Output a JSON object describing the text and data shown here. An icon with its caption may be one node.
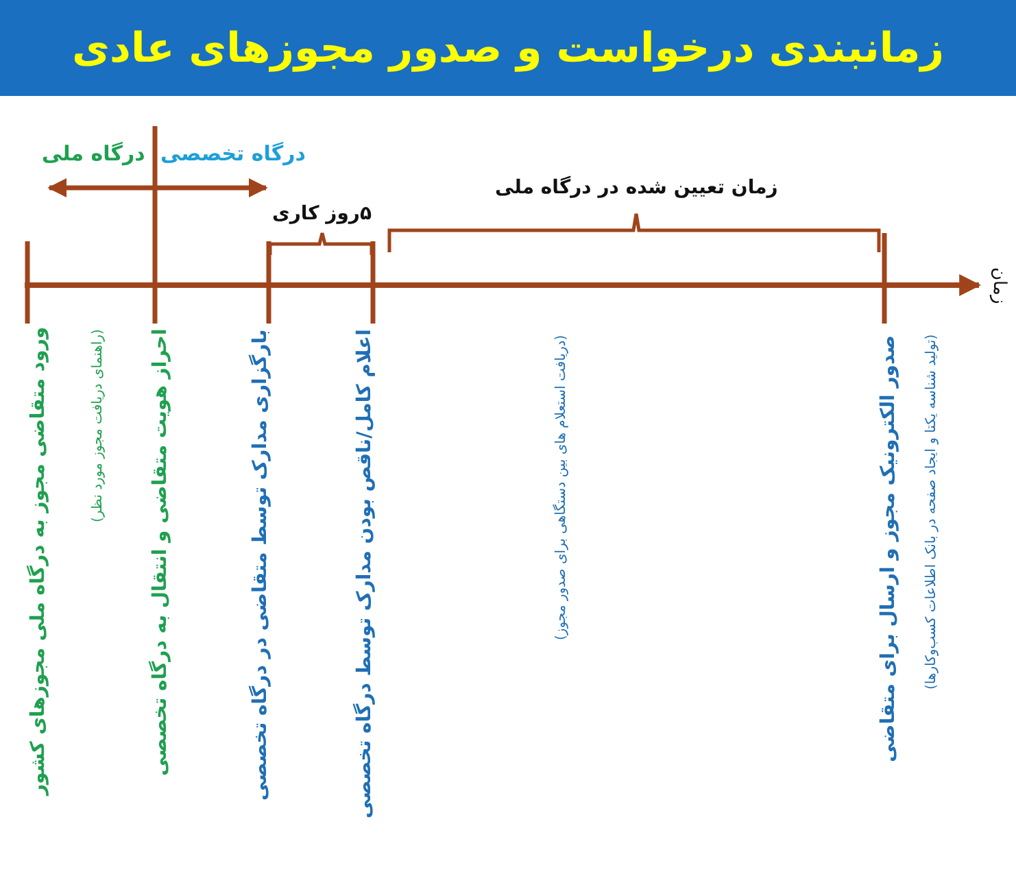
{
  "diagram": {
    "title": "زمانبندی درخواست و صدور مجوزهای عادی",
    "labels": [
      "درگاه ملی",
      "درگاه تخصصی",
      "۵روز کاری",
      "زمان تعیین شده در درگاه ملی",
      "زمان",
      "ورود متقاضی مجوز به درگاه ملی مجوزهای کشور",
      "(راهنمای دریافت مجوز مورد نظر)",
      "احراز هویت متقاضی و انتقال به درگاه تخصصی",
      "بارگزاری مدارک توسط متقاضی در درگاه تخصصی",
      "اعلام کامل/ناقص بودن مدارک توسط درگاه تخصصی",
      "(دریافت استعلام های بین دستگاهی برای صدور مجوز)",
      "صدور الکترونیک مجوز و ارسال برای متقاضی",
      "(تولید شناسه یکتا و ایجاد صفحه در بانک اطلاعات کسب‌وکارها)"
    ]
  }
}
